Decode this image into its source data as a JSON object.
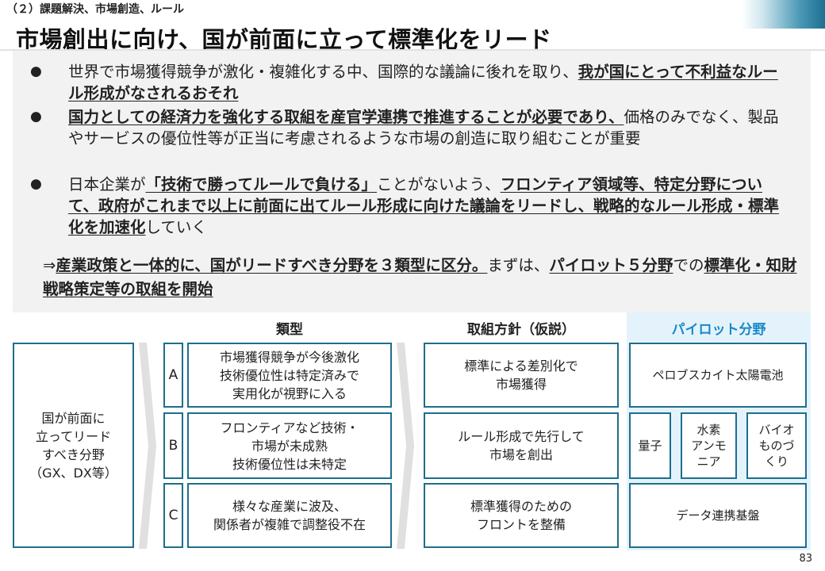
{
  "header": {
    "section_label": "（２）課題解決、市場創造、ルール",
    "title": "市場創出に向け、国が前面に立って標準化をリード"
  },
  "summary": {
    "bullet_symbol": "●",
    "bullets": [
      {
        "p1": "世界で市場獲得競争が激化・複雑化する中、国際的な議論に後れを取り、",
        "b1": "我が国にとって不利益なルール形成がなされるおそれ"
      },
      {
        "b1": "国力としての経済力を強化する取組を産官学連携で推進することが必要であり、",
        "p1": "価格のみでなく、製品やサービスの優位性等が正当に考慮されるような市場の創造に取り組むことが重要"
      },
      {
        "p1": "日本企業が",
        "b1": "「技術で勝ってルールで負ける」",
        "p2": "ことがないよう、",
        "b2": "フロンティア領域等、特定分野について、政府がこれまで以上に前面に出てルール形成に向けた議論をリードし、戦略的なルール形成・標準化を加速化",
        "p3": "していく"
      }
    ],
    "conclusion": {
      "arrow": "⇒",
      "b1": "産業政策と一体的に、国がリードすべき分野を３類型に区分。",
      "p1": "まずは、",
      "b2": "パイロット５分野",
      "p2": "での",
      "b3": "標準化・知財戦略策定等の取組を開始"
    }
  },
  "diagram": {
    "headers": {
      "type": "類型",
      "policy": "取組方針（仮説）",
      "pilot": "パイロット分野"
    },
    "root": "国が前面に\n立ってリード\nすべき分野\n（GX、DX等）",
    "categories": [
      {
        "letter": "A",
        "description": "市場獲得競争が今後激化\n技術優位性は特定済みで\n実用化が視野に入る",
        "policy": "標準による差別化で\n市場獲得"
      },
      {
        "letter": "B",
        "description": "フロンティアなど技術・\n市場が未成熟\n技術優位性は未特定",
        "policy": "ルール形成で先行して\n市場を創出"
      },
      {
        "letter": "C",
        "description": "様々な産業に波及、\n関係者が複雑で調整役不在",
        "policy": "標準獲得のための\nフロントを整備"
      }
    ],
    "pilots": {
      "a": "ペロブスカイト太陽電池",
      "b1": "量子",
      "b2": "水素\nアンモ\nニア",
      "b3": "バイオ\nものづ\nくり",
      "c": "データ連携基盤"
    }
  },
  "footer": {
    "page_number": "83"
  },
  "colors": {
    "box_border": "#1e6e8c",
    "pilot_heading": "#1a88c9",
    "pilot_background": "#e4f3fb",
    "summary_background": "#f2f2f2"
  }
}
